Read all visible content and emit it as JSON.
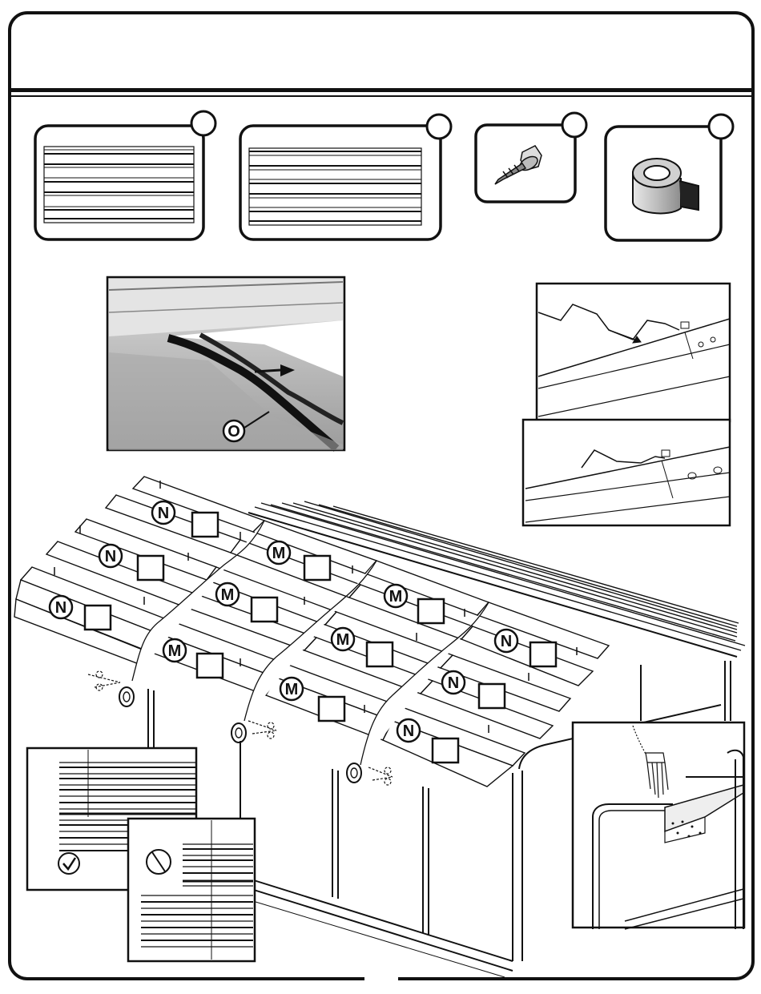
{
  "parts": {
    "panel_n": {
      "label": "N"
    },
    "panel_m": {
      "label": "M"
    },
    "tape": {
      "label": "O"
    }
  },
  "callouts": {
    "n_label": "N",
    "m_label": "M",
    "o_label": "O"
  },
  "colors": {
    "line": "#111111",
    "photo_gray": "#b8b8b8",
    "white": "#ffffff"
  },
  "icons": [
    "part-bubble-icon",
    "screw-icon",
    "tape-roll-icon",
    "scissors-icon",
    "checkmark-icon",
    "prohibited-icon",
    "brush-icon"
  ]
}
